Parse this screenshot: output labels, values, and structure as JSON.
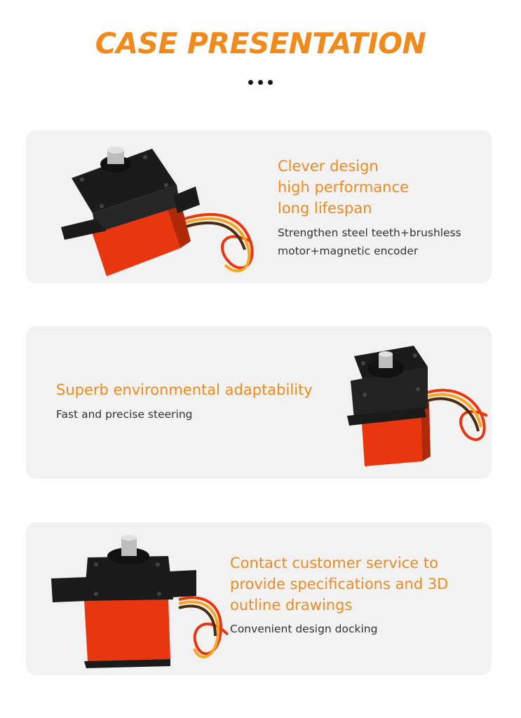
{
  "header": {
    "title": "CASE PRESENTATION"
  },
  "colors": {
    "accent": "#f08a1c",
    "card_bg": "#f2f2f2",
    "servo_body": "#e8360f",
    "servo_top": "#1b1b1b"
  },
  "cards": [
    {
      "heading": "Clever design\nhigh performance\nlong lifespan",
      "description": "Strengthen steel teeth+brushless motor+magnetic encoder",
      "image": "servo-motor-image"
    },
    {
      "heading": "Superb environmental adaptability",
      "description": "Fast and precise steering",
      "image": "servo-motor-image"
    },
    {
      "heading": "Contact customer service to provide specifications and 3D outline drawings",
      "description": "Convenient design docking",
      "image": "servo-motor-image"
    }
  ]
}
